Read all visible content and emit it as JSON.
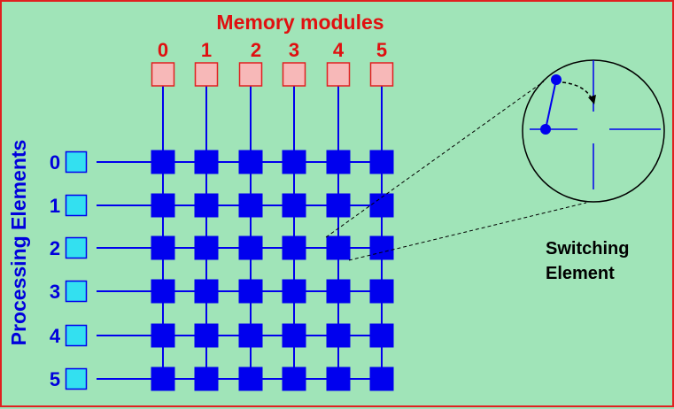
{
  "title": "Memory modules",
  "memory_labels": [
    "0",
    "1",
    "2",
    "3",
    "4",
    "5"
  ],
  "pe_labels": [
    "0",
    "1",
    "2",
    "3",
    "4",
    "5"
  ],
  "side_label": "Processing Elements",
  "switch_caption": [
    "Switching",
    "Element"
  ],
  "colors": {
    "background": "#a0e4b8",
    "border": "#e02020",
    "memory_fill": "#f7b8b8",
    "memory_stroke": "#e02020",
    "pe_fill": "#33e0f0",
    "node": "#0000ee",
    "red_text": "#e01010",
    "blue_text": "#0000dd"
  }
}
